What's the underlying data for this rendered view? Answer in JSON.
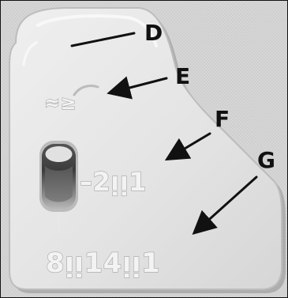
{
  "figure": {
    "callouts": [
      {
        "label": "D"
      },
      {
        "label": "E"
      },
      {
        "label": "F"
      },
      {
        "label": "G"
      }
    ],
    "device_markings": {
      "upper_mark": "≈≥",
      "mid_mark": "–2ᴉᴉ1",
      "lower_mark": "8ᴉᴉ14ᴉᴉ1"
    },
    "colors": {
      "background": "#d7d7d7",
      "device_fill": "#e7e7e7",
      "device_shadow": "#8f8f8f",
      "ink": "#111111"
    }
  }
}
